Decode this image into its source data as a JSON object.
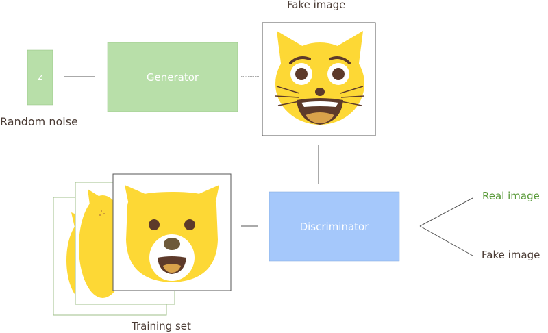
{
  "noise": {
    "symbol": "z",
    "label": "Random noise"
  },
  "generator": {
    "label": "Generator"
  },
  "fake_image": {
    "label": "Fake image"
  },
  "training_set": {
    "label": "Training set"
  },
  "discriminator": {
    "label": "Discriminator"
  },
  "outputs": {
    "real": {
      "label": "Real image",
      "color": "#5a9a3a"
    },
    "fake": {
      "label": "Fake image",
      "color": "#4a3b34"
    }
  },
  "colors": {
    "generator_fill": "#b8dfa9",
    "noise_fill": "#b8dfa9",
    "discriminator_fill": "#a5c8fb",
    "face_yellow": "#fdd835",
    "text_dark": "#4a3b34",
    "line": "#555555"
  },
  "icons": {
    "fake": "grinning-cat-face-icon",
    "real": "dog-face-icon"
  }
}
